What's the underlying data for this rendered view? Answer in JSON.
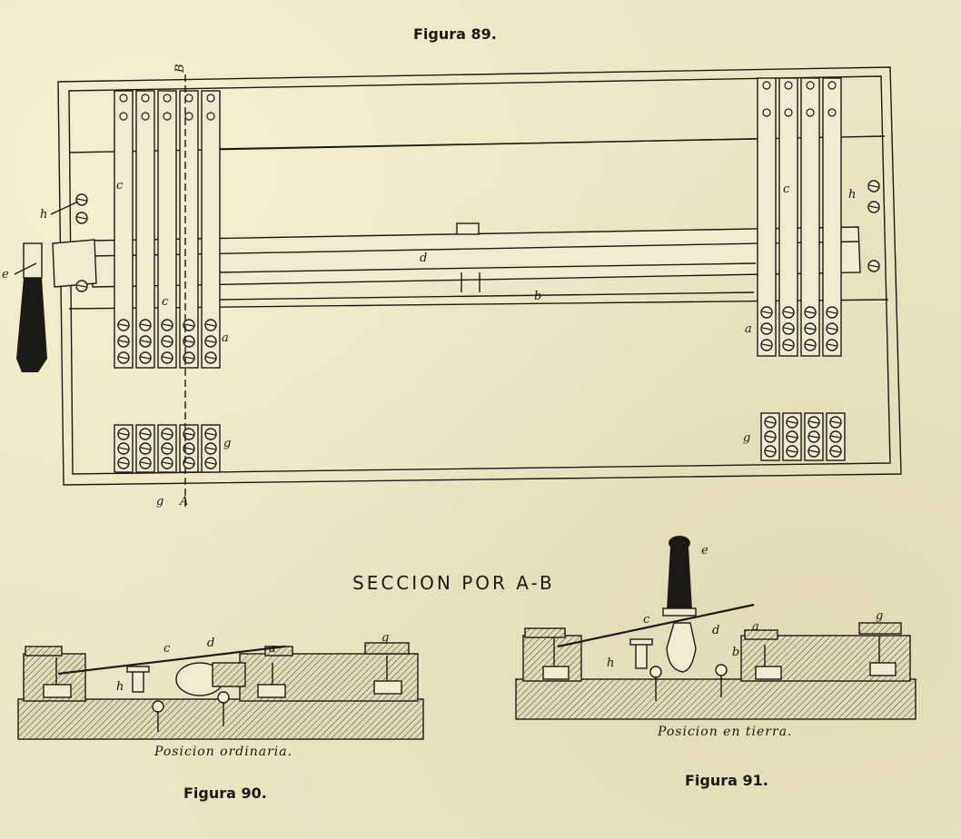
{
  "figure_89": {
    "caption": "Figura 89.",
    "labels": {
      "A": "A",
      "B": "B",
      "a": "a",
      "b": "b",
      "c": "c",
      "d": "d",
      "e": "e",
      "g": "g",
      "h": "h"
    }
  },
  "section_title": "SECCION POR A-B",
  "figure_90": {
    "caption": "Figura 90.",
    "subcaption": "Posicion ordinaria.",
    "labels": {
      "a": "a",
      "c": "c",
      "d": "d",
      "g": "g",
      "h": "h"
    }
  },
  "figure_91": {
    "caption": "Figura 91.",
    "subcaption": "Posicion en tierra.",
    "labels": {
      "a": "a",
      "b": "b",
      "c": "c",
      "d": "d",
      "e": "e",
      "g": "g",
      "h": "h"
    }
  },
  "colors": {
    "paper": "#ece4c2",
    "ink": "#1c1a16"
  }
}
